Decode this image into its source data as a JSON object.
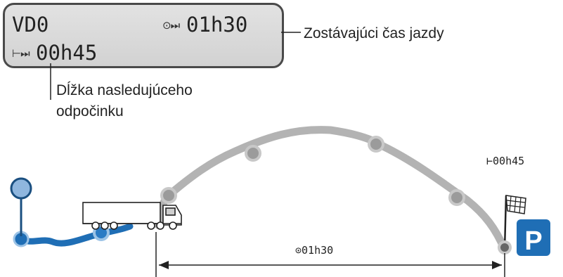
{
  "display": {
    "mode_label": "VD0",
    "drive_icon": "driving-time-icon",
    "remaining_drive_time": "01h30",
    "rest_icon": "rest-icon",
    "next_rest_duration": "00h45"
  },
  "annotations": {
    "remaining_drive_label": "Zostávajúci čas jazdy",
    "next_rest_label_line1": "Dĺžka nasledujúceho",
    "next_rest_label_line2": "odpočinku"
  },
  "route": {
    "rest_at_destination": "00h45",
    "drive_span": "01h30",
    "parking_sign": "P"
  },
  "colors": {
    "completed_route": "#1f6eb5",
    "remaining_route": "#b3b3b3",
    "lcd_background": "#d8d8d8",
    "parking_sign": "#1f6eb5"
  }
}
